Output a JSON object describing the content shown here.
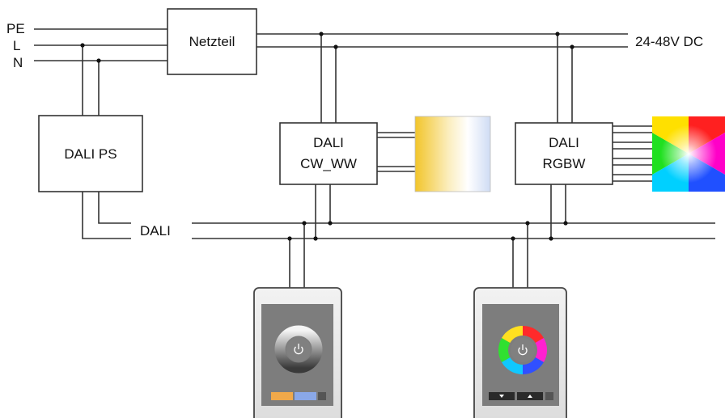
{
  "mains": {
    "pe": "PE",
    "l": "L",
    "n": "N"
  },
  "power_supply": {
    "label": "Netzteil"
  },
  "dc_bus": {
    "label": "24-48V DC"
  },
  "dali_ps": {
    "label": "DALI PS"
  },
  "dali_bus": {
    "label": "DALI"
  },
  "driver_cw_ww": {
    "line1": "DALI",
    "line2": "CW_WW"
  },
  "driver_rgbw": {
    "line1": "DALI",
    "line2": "RGBW"
  },
  "panel_white": {
    "icon": "power-icon"
  },
  "panel_rgb": {
    "icon": "power-icon"
  },
  "colors": {
    "line": "#333333",
    "warm": "#f4cf3a",
    "cool": "#dfe8f8",
    "panel_screen": "#7d7d7d"
  }
}
